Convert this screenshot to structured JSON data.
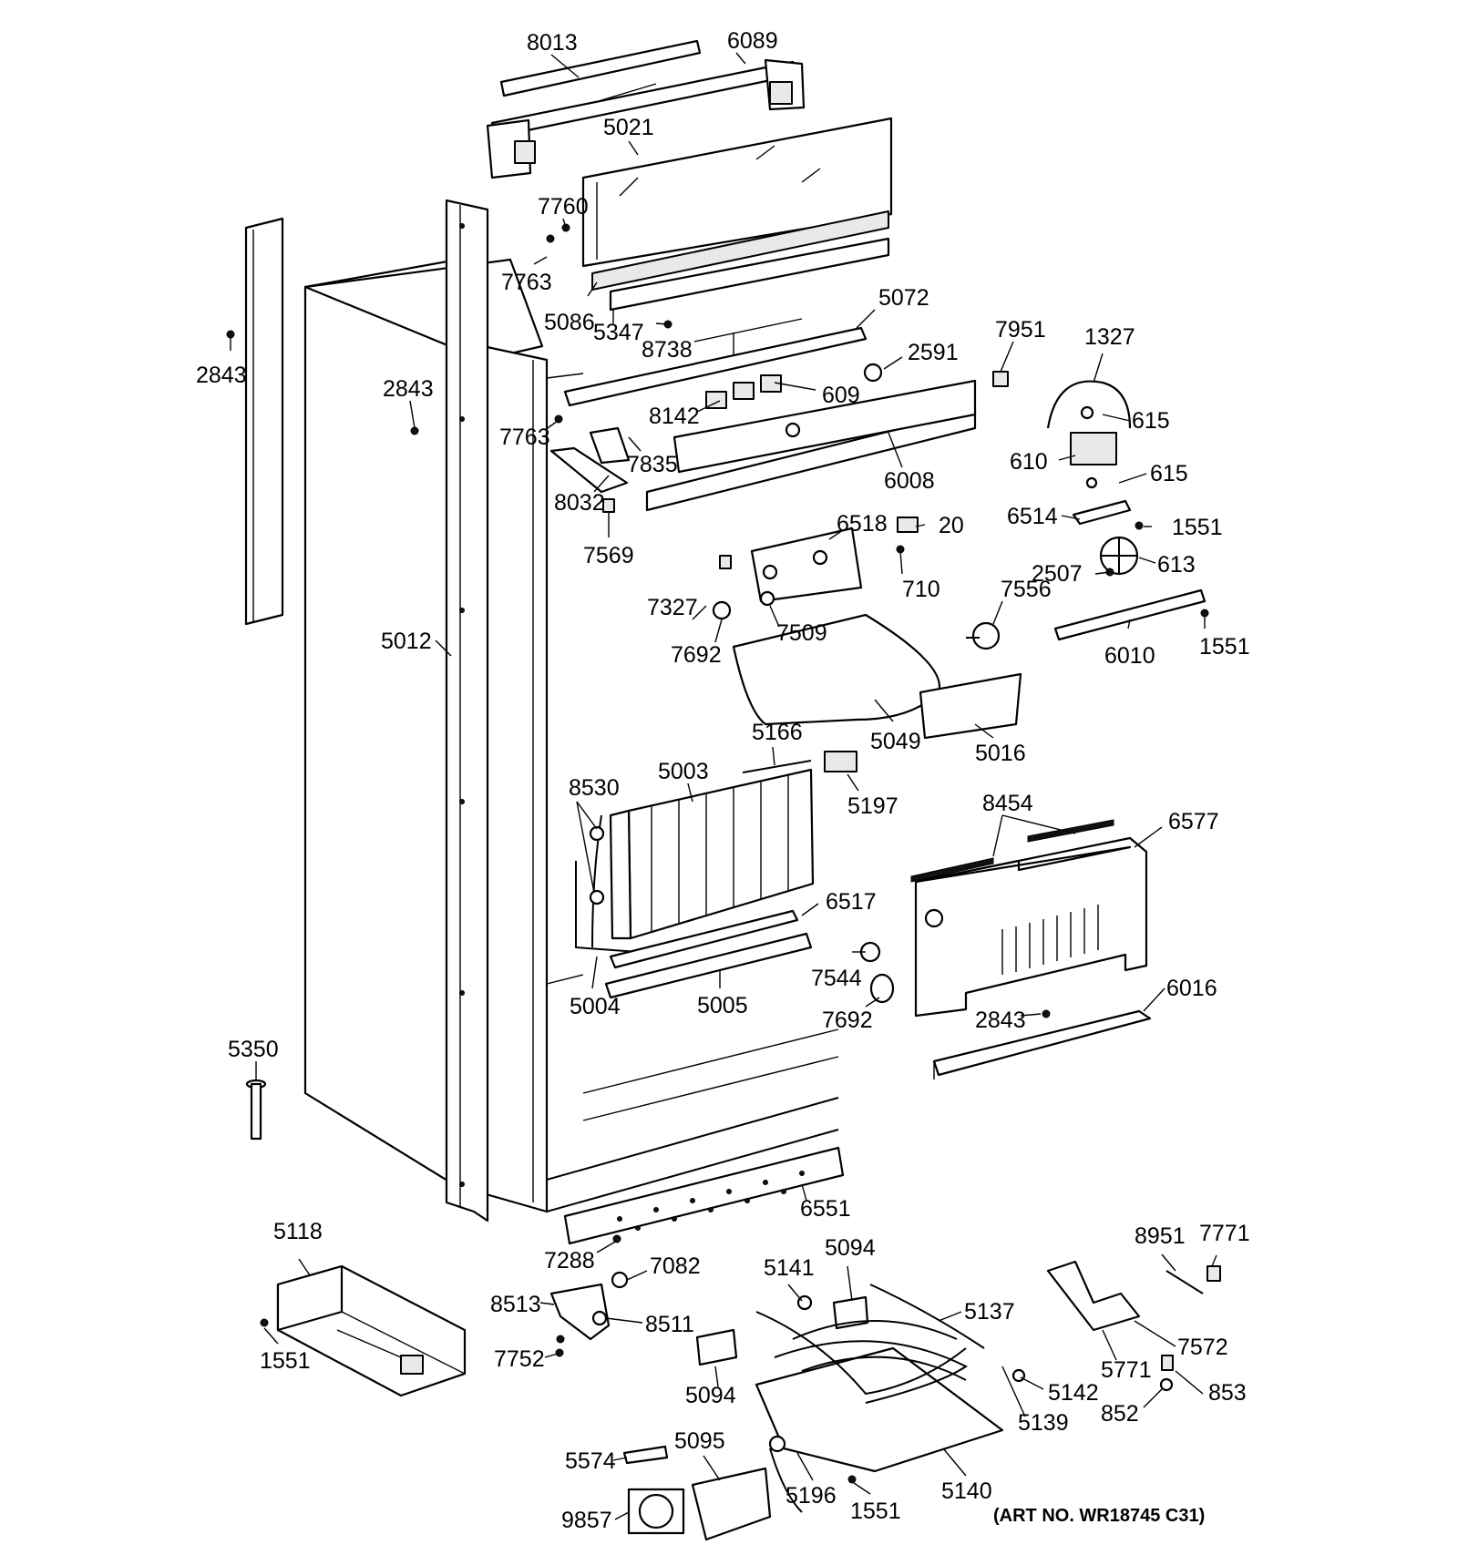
{
  "diagram": {
    "art_number": "(ART NO. WR18745 C31)",
    "callouts": [
      {
        "id": "c8013a",
        "text": "8013"
      },
      {
        "id": "c6089",
        "text": "6089"
      },
      {
        "id": "c5021",
        "text": "5021"
      },
      {
        "id": "c7760",
        "text": "7760"
      },
      {
        "id": "c7763a",
        "text": "7763"
      },
      {
        "id": "c5086",
        "text": "5086"
      },
      {
        "id": "c5347",
        "text": "5347"
      },
      {
        "id": "c8738",
        "text": "8738"
      },
      {
        "id": "c5072",
        "text": "5072"
      },
      {
        "id": "c2591",
        "text": "2591"
      },
      {
        "id": "c7951",
        "text": "7951"
      },
      {
        "id": "c1327",
        "text": "1327"
      },
      {
        "id": "c615a",
        "text": "615"
      },
      {
        "id": "c610",
        "text": "610"
      },
      {
        "id": "c615b",
        "text": "615"
      },
      {
        "id": "c6514",
        "text": "6514"
      },
      {
        "id": "c1551a",
        "text": "1551"
      },
      {
        "id": "c2507",
        "text": "2507"
      },
      {
        "id": "c613",
        "text": "613"
      },
      {
        "id": "c6010",
        "text": "6010"
      },
      {
        "id": "c1551b",
        "text": "1551"
      },
      {
        "id": "c2843a",
        "text": "2843"
      },
      {
        "id": "c2843b",
        "text": "2843"
      },
      {
        "id": "c7763b",
        "text": "7763"
      },
      {
        "id": "c8142",
        "text": "8142"
      },
      {
        "id": "c609",
        "text": "609"
      },
      {
        "id": "c7835",
        "text": "7835"
      },
      {
        "id": "c6008",
        "text": "6008"
      },
      {
        "id": "c8032",
        "text": "8032"
      },
      {
        "id": "c7569",
        "text": "7569"
      },
      {
        "id": "c6518",
        "text": "6518"
      },
      {
        "id": "c20",
        "text": "20"
      },
      {
        "id": "c710",
        "text": "710"
      },
      {
        "id": "c7327",
        "text": "7327"
      },
      {
        "id": "c7509",
        "text": "7509"
      },
      {
        "id": "c7692a",
        "text": "7692"
      },
      {
        "id": "c7556",
        "text": "7556"
      },
      {
        "id": "c5012",
        "text": "5012"
      },
      {
        "id": "c5049",
        "text": "5049"
      },
      {
        "id": "c5016",
        "text": "5016"
      },
      {
        "id": "c5166",
        "text": "5166"
      },
      {
        "id": "c5003",
        "text": "5003"
      },
      {
        "id": "c8530",
        "text": "8530"
      },
      {
        "id": "c5197",
        "text": "5197"
      },
      {
        "id": "c8454",
        "text": "8454"
      },
      {
        "id": "c6577",
        "text": "6577"
      },
      {
        "id": "c6517",
        "text": "6517"
      },
      {
        "id": "c7544",
        "text": "7544"
      },
      {
        "id": "c5004",
        "text": "5004"
      },
      {
        "id": "c5005",
        "text": "5005"
      },
      {
        "id": "c7692b",
        "text": "7692"
      },
      {
        "id": "c2843c",
        "text": "2843"
      },
      {
        "id": "c6016",
        "text": "6016"
      },
      {
        "id": "c5350",
        "text": "5350"
      },
      {
        "id": "c6551",
        "text": "6551"
      },
      {
        "id": "c5118",
        "text": "5118"
      },
      {
        "id": "c7288",
        "text": "7288"
      },
      {
        "id": "c7082",
        "text": "7082"
      },
      {
        "id": "c8513",
        "text": "8513"
      },
      {
        "id": "c8511",
        "text": "8511"
      },
      {
        "id": "c1551c",
        "text": "1551"
      },
      {
        "id": "c7752",
        "text": "7752"
      },
      {
        "id": "c5141",
        "text": "5141"
      },
      {
        "id": "c5094a",
        "text": "5094"
      },
      {
        "id": "c5137",
        "text": "5137"
      },
      {
        "id": "c8951",
        "text": "8951"
      },
      {
        "id": "c7771",
        "text": "7771"
      },
      {
        "id": "c7572",
        "text": "7572"
      },
      {
        "id": "c5094b",
        "text": "5094"
      },
      {
        "id": "c5142",
        "text": "5142"
      },
      {
        "id": "c5771",
        "text": "5771"
      },
      {
        "id": "c853",
        "text": "853"
      },
      {
        "id": "c5139",
        "text": "5139"
      },
      {
        "id": "c852",
        "text": "852"
      },
      {
        "id": "c5574",
        "text": "5574"
      },
      {
        "id": "c5095",
        "text": "5095"
      },
      {
        "id": "c5196",
        "text": "5196"
      },
      {
        "id": "c1551d",
        "text": "1551"
      },
      {
        "id": "c5140",
        "text": "5140"
      },
      {
        "id": "c9857",
        "text": "9857"
      }
    ]
  }
}
